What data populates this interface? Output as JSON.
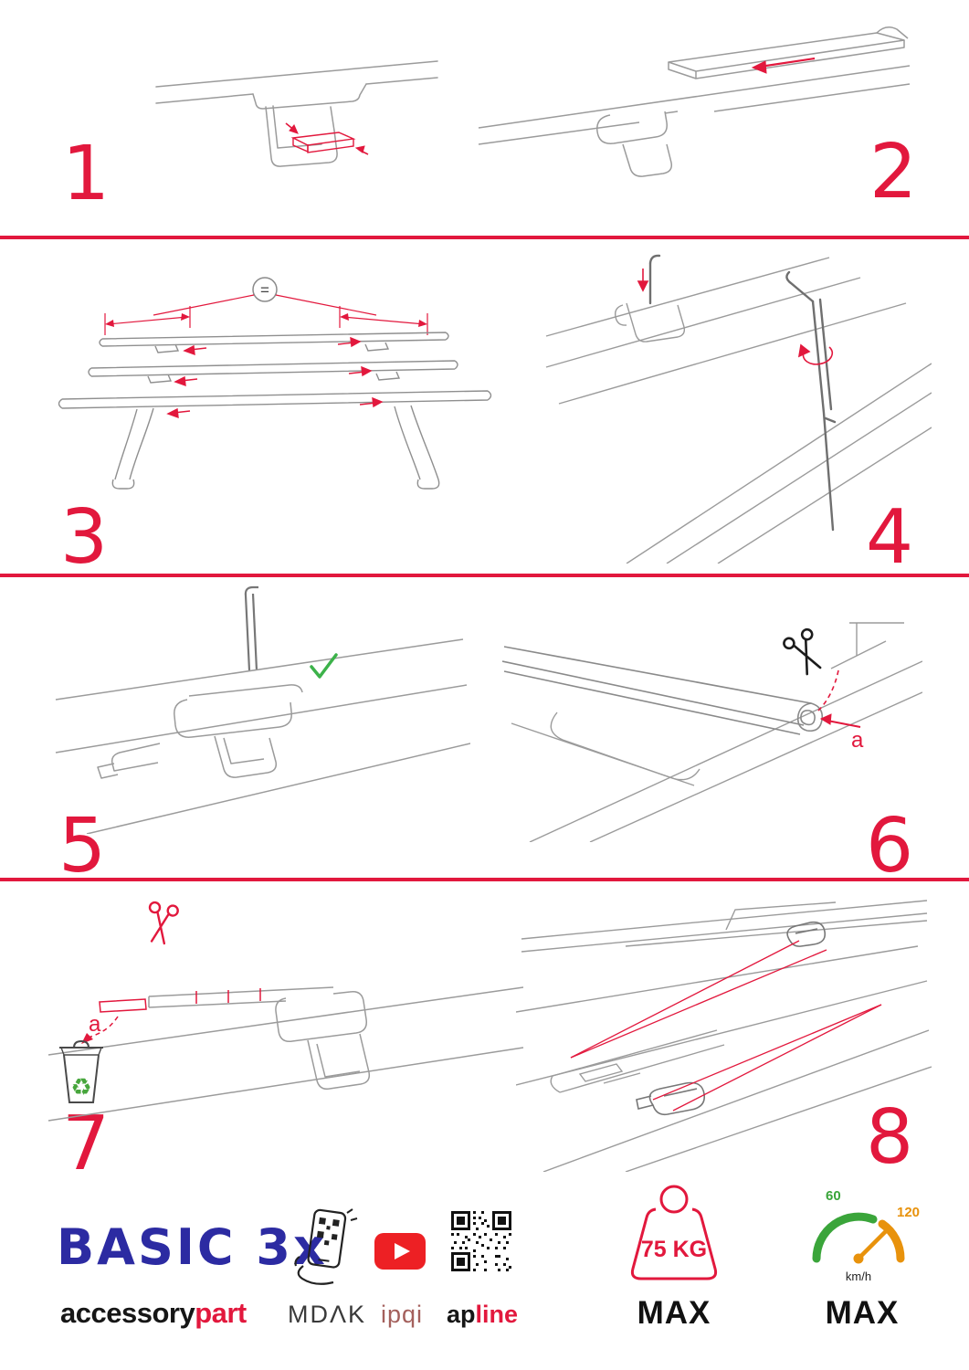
{
  "colors": {
    "accent_red": "#e2183d",
    "brand_blue": "#2c2ba2",
    "check_green": "#3cb24a",
    "speed_green": "#3aa53a",
    "speed_orange": "#e8920c",
    "youtube_red": "#ed2024"
  },
  "steps": [
    {
      "num": "1"
    },
    {
      "num": "2"
    },
    {
      "num": "3"
    },
    {
      "num": "4"
    },
    {
      "num": "5"
    },
    {
      "num": "6"
    },
    {
      "num": "7"
    },
    {
      "num": "8"
    }
  ],
  "annotations": {
    "equals_symbol": "=",
    "label_a": "a"
  },
  "icons": {
    "recycle": "♻"
  },
  "footer": {
    "product_name": "BASIC 3x",
    "brand_black": "accessory",
    "brand_red": "part",
    "partner_mdak": "MDΛK",
    "partner_ipqi": "ipqi",
    "partner_apline_black": "ap",
    "partner_apline_red": "line",
    "weight_value": "75 KG",
    "weight_max_label": "MAX",
    "speed_tick_low": "60",
    "speed_tick_high": "120",
    "speed_unit": "km/h",
    "speed_max_label": "MAX"
  }
}
